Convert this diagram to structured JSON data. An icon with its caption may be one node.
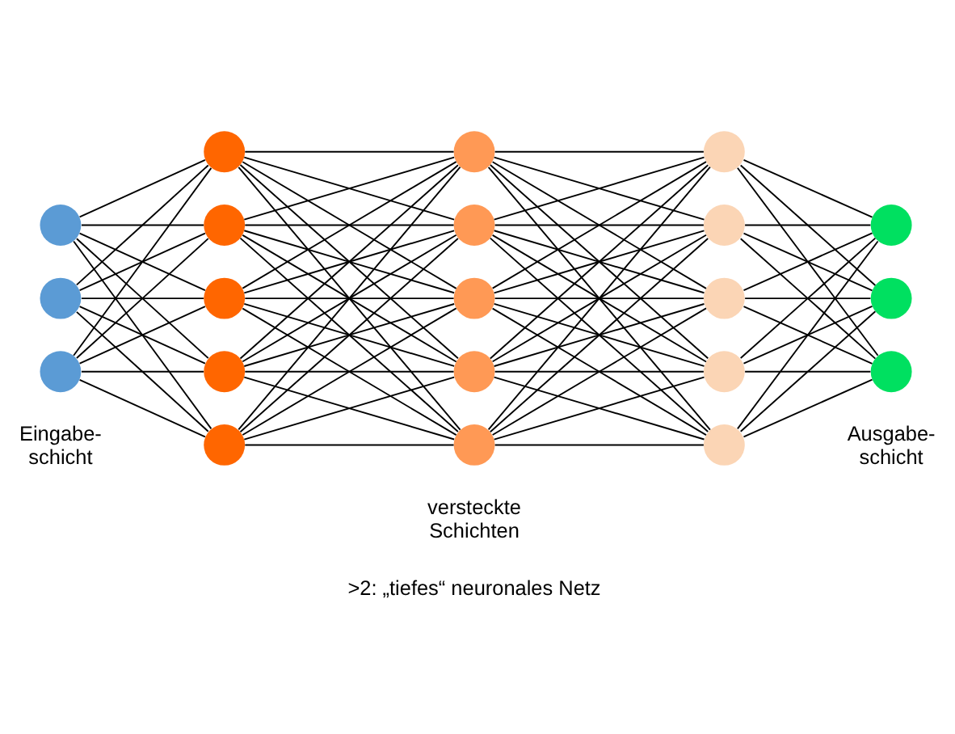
{
  "diagram": {
    "nodes": [
      {
        "text": [],
        "shape": "circle"
      },
      {
        "text": [],
        "shape": "circle"
      },
      {
        "text": [],
        "shape": "circle"
      },
      {
        "text": [],
        "shape": "circle"
      },
      {
        "text": [],
        "shape": "circle"
      },
      {
        "text": [],
        "shape": "circle"
      },
      {
        "text": [],
        "shape": "circle"
      },
      {
        "text": [],
        "shape": "circle"
      },
      {
        "text": [],
        "shape": "circle"
      },
      {
        "text": [],
        "shape": "circle"
      },
      {
        "text": [],
        "shape": "circle"
      },
      {
        "text": [],
        "shape": "circle"
      },
      {
        "text": [],
        "shape": "circle"
      },
      {
        "text": [],
        "shape": "circle"
      },
      {
        "text": [],
        "shape": "circle"
      },
      {
        "text": [],
        "shape": "circle"
      },
      {
        "text": [],
        "shape": "circle"
      },
      {
        "text": [],
        "shape": "circle"
      },
      {
        "text": [],
        "shape": "circle"
      },
      {
        "text": [],
        "shape": "circle"
      },
      {
        "text": [],
        "shape": "circle"
      }
    ],
    "edges": [
      {
        "from": 0,
        "to": 3,
        "arrow": "none"
      },
      {
        "from": 0,
        "to": 4,
        "arrow": "none"
      },
      {
        "from": 0,
        "to": 5,
        "arrow": "none"
      },
      {
        "from": 0,
        "to": 6,
        "arrow": "none"
      },
      {
        "from": 0,
        "to": 7,
        "arrow": "none"
      },
      {
        "from": 1,
        "to": 3,
        "arrow": "none"
      },
      {
        "from": 1,
        "to": 4,
        "arrow": "none"
      },
      {
        "from": 1,
        "to": 5,
        "arrow": "none"
      },
      {
        "from": 1,
        "to": 6,
        "arrow": "none"
      },
      {
        "from": 1,
        "to": 7,
        "arrow": "none"
      },
      {
        "from": 2,
        "to": 3,
        "arrow": "none"
      },
      {
        "from": 2,
        "to": 4,
        "arrow": "none"
      },
      {
        "from": 2,
        "to": 5,
        "arrow": "none"
      },
      {
        "from": 2,
        "to": 6,
        "arrow": "none"
      },
      {
        "from": 2,
        "to": 7,
        "arrow": "none"
      },
      {
        "from": 3,
        "to": 8,
        "arrow": "none"
      },
      {
        "from": 3,
        "to": 9,
        "arrow": "none"
      },
      {
        "from": 3,
        "to": 10,
        "arrow": "none"
      },
      {
        "from": 3,
        "to": 11,
        "arrow": "none"
      },
      {
        "from": 3,
        "to": 12,
        "arrow": "none"
      },
      {
        "from": 4,
        "to": 8,
        "arrow": "none"
      },
      {
        "from": 4,
        "to": 9,
        "arrow": "none"
      },
      {
        "from": 4,
        "to": 10,
        "arrow": "none"
      },
      {
        "from": 4,
        "to": 11,
        "arrow": "none"
      },
      {
        "from": 4,
        "to": 12,
        "arrow": "none"
      },
      {
        "from": 5,
        "to": 8,
        "arrow": "none"
      },
      {
        "from": 5,
        "to": 9,
        "arrow": "none"
      },
      {
        "from": 5,
        "to": 10,
        "arrow": "none"
      },
      {
        "from": 5,
        "to": 11,
        "arrow": "none"
      },
      {
        "from": 5,
        "to": 12,
        "arrow": "none"
      },
      {
        "from": 6,
        "to": 8,
        "arrow": "none"
      },
      {
        "from": 6,
        "to": 9,
        "arrow": "none"
      },
      {
        "from": 6,
        "to": 10,
        "arrow": "none"
      },
      {
        "from": 6,
        "to": 11,
        "arrow": "none"
      },
      {
        "from": 6,
        "to": 12,
        "arrow": "none"
      },
      {
        "from": 7,
        "to": 8,
        "arrow": "none"
      },
      {
        "from": 7,
        "to": 9,
        "arrow": "none"
      },
      {
        "from": 7,
        "to": 10,
        "arrow": "none"
      },
      {
        "from": 7,
        "to": 11,
        "arrow": "none"
      },
      {
        "from": 7,
        "to": 12,
        "arrow": "none"
      },
      {
        "from": 8,
        "to": 13,
        "arrow": "none"
      },
      {
        "from": 8,
        "to": 14,
        "arrow": "none"
      },
      {
        "from": 8,
        "to": 15,
        "arrow": "none"
      },
      {
        "from": 8,
        "to": 16,
        "arrow": "none"
      },
      {
        "from": 8,
        "to": 17,
        "arrow": "none"
      },
      {
        "from": 9,
        "to": 13,
        "arrow": "none"
      },
      {
        "from": 9,
        "to": 14,
        "arrow": "none"
      },
      {
        "from": 9,
        "to": 15,
        "arrow": "none"
      },
      {
        "from": 9,
        "to": 16,
        "arrow": "none"
      },
      {
        "from": 9,
        "to": 17,
        "arrow": "none"
      },
      {
        "from": 10,
        "to": 13,
        "arrow": "none"
      },
      {
        "from": 10,
        "to": 14,
        "arrow": "none"
      },
      {
        "from": 10,
        "to": 15,
        "arrow": "none"
      },
      {
        "from": 10,
        "to": 16,
        "arrow": "none"
      },
      {
        "from": 10,
        "to": 17,
        "arrow": "none"
      },
      {
        "from": 11,
        "to": 13,
        "arrow": "none"
      },
      {
        "from": 11,
        "to": 14,
        "arrow": "none"
      },
      {
        "from": 11,
        "to": 15,
        "arrow": "none"
      },
      {
        "from": 11,
        "to": 16,
        "arrow": "none"
      },
      {
        "from": 11,
        "to": 17,
        "arrow": "none"
      },
      {
        "from": 12,
        "to": 13,
        "arrow": "none"
      },
      {
        "from": 12,
        "to": 14,
        "arrow": "none"
      },
      {
        "from": 12,
        "to": 15,
        "arrow": "none"
      },
      {
        "from": 12,
        "to": 16,
        "arrow": "none"
      },
      {
        "from": 12,
        "to": 17,
        "arrow": "none"
      },
      {
        "from": 13,
        "to": 18,
        "arrow": "none"
      },
      {
        "from": 13,
        "to": 19,
        "arrow": "none"
      },
      {
        "from": 13,
        "to": 20,
        "arrow": "none"
      },
      {
        "from": 14,
        "to": 18,
        "arrow": "none"
      },
      {
        "from": 14,
        "to": 19,
        "arrow": "none"
      },
      {
        "from": 14,
        "to": 20,
        "arrow": "none"
      },
      {
        "from": 15,
        "to": 18,
        "arrow": "none"
      },
      {
        "from": 15,
        "to": 19,
        "arrow": "none"
      },
      {
        "from": 15,
        "to": 20,
        "arrow": "none"
      },
      {
        "from": 16,
        "to": 18,
        "arrow": "none"
      },
      {
        "from": 16,
        "to": 19,
        "arrow": "none"
      },
      {
        "from": 16,
        "to": 20,
        "arrow": "none"
      },
      {
        "from": 17,
        "to": 18,
        "arrow": "none"
      },
      {
        "from": 17,
        "to": 19,
        "arrow": "none"
      },
      {
        "from": 17,
        "to": 20,
        "arrow": "none"
      }
    ],
    "labels": [
      "Eingabe- schicht",
      "versteckte Schichten",
      ">2: „tiefes“ neuronales Netz",
      "Ausgabe- schicht"
    ]
  }
}
